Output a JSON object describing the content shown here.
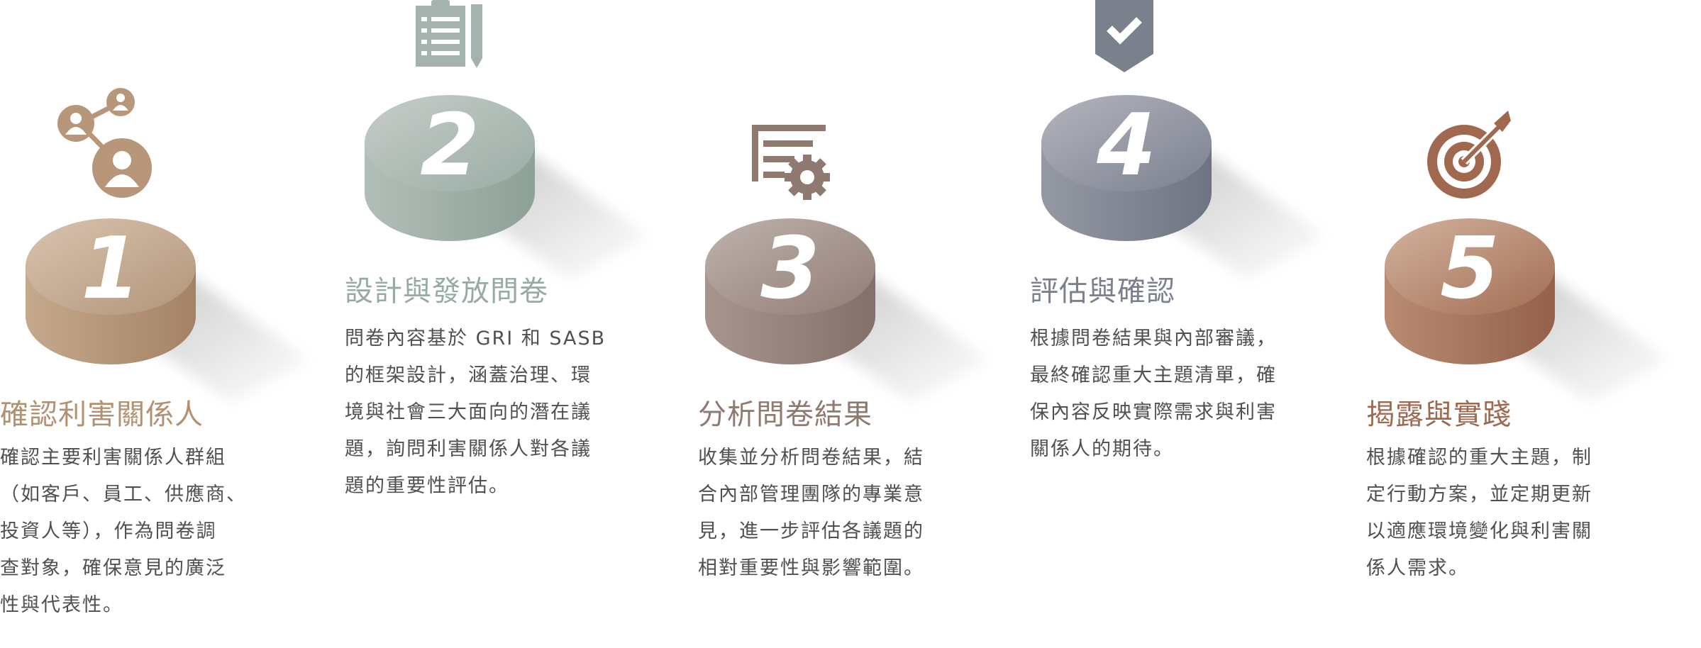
{
  "colors": {
    "step1": "#b29173",
    "step2": "#98aba2",
    "step3": "#8f7a71",
    "step4": "#7b808d",
    "step5": "#a0694f",
    "text": "#505050"
  },
  "steps": [
    {
      "number": "1",
      "title": "確認利害關係人",
      "icon": "share-people-icon",
      "lines": [
        "確認主要利害關係人群組",
        "（如客戶、員工、供應商、",
        "投資人等），作為問卷調",
        "查對象，確保意見的廣泛",
        "性與代表性。"
      ]
    },
    {
      "number": "2",
      "title": "設計與發放問卷",
      "icon": "clipboard-checklist-icon",
      "lines": [
        "問卷內容基於 GRI 和 SASB",
        "的框架設計，涵蓋治理、環",
        "境與社會三大面向的潛在議",
        "題，詢問利害關係人對各議",
        "題的重要性評估。"
      ]
    },
    {
      "number": "3",
      "title": "分析問卷結果",
      "icon": "list-gear-icon",
      "lines": [
        "收集並分析問卷結果，結",
        "合內部管理團隊的專業意",
        "見，進一步評估各議題的",
        "相對重要性與影響範圍。"
      ]
    },
    {
      "number": "4",
      "title": "評估與確認",
      "icon": "checkmark-badge-icon",
      "lines": [
        "根據問卷結果與內部審議，",
        "最終確認重大主題清單，確",
        "保內容反映實際需求與利害",
        "關係人的期待。"
      ]
    },
    {
      "number": "5",
      "title": "揭露與實踐",
      "icon": "target-arrow-icon",
      "lines": [
        "根據確認的重大主題，制",
        "定行動方案，並定期更新",
        "以適應環境變化與利害關",
        "係人需求。"
      ]
    }
  ]
}
